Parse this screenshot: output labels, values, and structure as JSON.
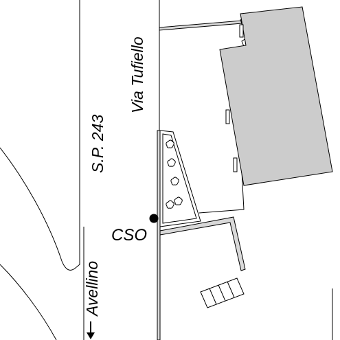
{
  "map": {
    "road_label_sp": "S.P. 243",
    "road_label_via": "Via Tufiello",
    "direction_label": "Avellino",
    "direction_arrow": "←",
    "point_label": "CSO",
    "colors": {
      "background": "#ffffff",
      "line": "#000000",
      "building_fill": "#cccccc",
      "strip_fill": "#d9d9d9",
      "point": "#000000"
    },
    "icons": [
      "tree-icon",
      "stairs-icon",
      "point-marker-icon",
      "direction-arrow-icon"
    ]
  }
}
